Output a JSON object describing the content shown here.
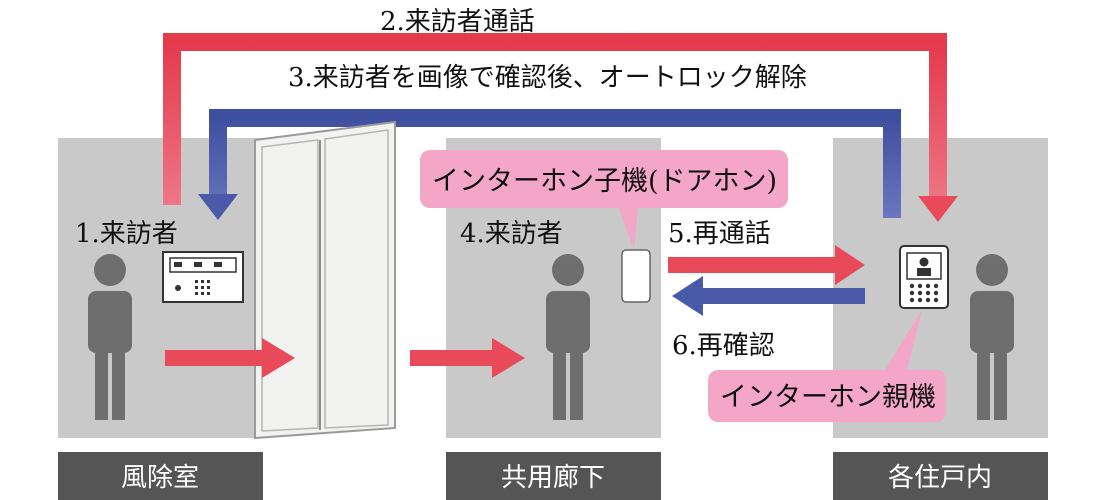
{
  "steps": {
    "step1": "1.来訪者",
    "step2": "2.来訪者通話",
    "step3": "3.来訪者を画像で確認後、オートロック解除",
    "step4": "4.来訪者",
    "step5": "5.再通話",
    "step6": "6.再確認"
  },
  "devices": {
    "door_phone_label": "インターホン子機(ドアホン)",
    "master_unit_label": "インターホン親機"
  },
  "areas": {
    "vestibule": "風除室",
    "corridor": "共用廊下",
    "unit": "各住戸内"
  },
  "colors": {
    "red_arrow": "#e84a5a",
    "blue_arrow": "#4a5aa8",
    "panel": "#c8c8c8",
    "person": "#6e6e6e",
    "pink_label": "#f4a6c6",
    "area_bar": "#555555"
  }
}
